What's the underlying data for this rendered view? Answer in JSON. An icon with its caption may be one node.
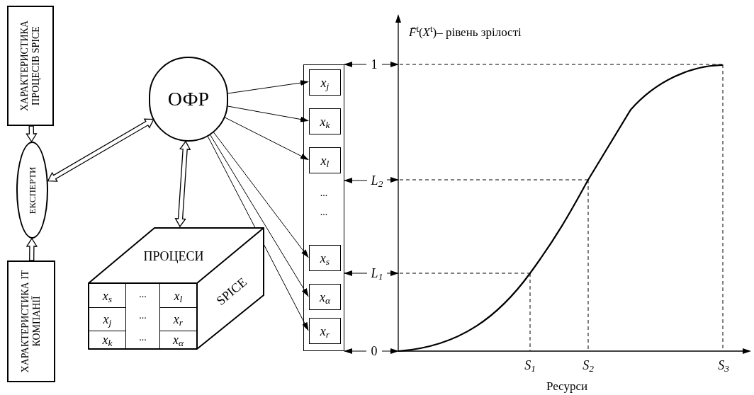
{
  "diagram": {
    "nodes": [
      {
        "text": [
          "ХАРАКТЕРИСТИКА ПРОЦЕСІВ SPICE"
        ]
      },
      {
        "text": [
          "ЕКСПЕРТИ"
        ]
      },
      {
        "text": [
          "ХАРАКТЕРИСТИКА ІТ КОМПАНІЇ"
        ]
      },
      {
        "text": [
          "ОФР"
        ]
      },
      {
        "text": [
          "ПРОЦЕСИ",
          "SPICE"
        ]
      },
      {
        "text": [
          "x$_{s}$"
        ],
        "in": 4
      },
      {
        "text": [
          "...",
          "...",
          "..."
        ],
        "in": 4
      },
      {
        "text": [
          "x$_{l}$"
        ],
        "in": 4
      },
      {
        "text": [
          "x$_{j}$"
        ],
        "in": 4
      },
      {
        "text": [
          "x$_{r}$"
        ],
        "in": 4
      },
      {
        "text": [
          "x$_{k}$"
        ],
        "in": 4
      },
      {
        "text": [
          "x$_{α}$"
        ],
        "in": 4
      },
      {
        "text": [],
        "shape": "box"
      },
      {
        "text": [
          "x$_{j}$"
        ],
        "in": 12
      },
      {
        "text": [
          "x$_{k}$"
        ],
        "in": 12
      },
      {
        "text": [
          "x$_{l}$"
        ],
        "in": 12
      },
      {
        "text": [
          "x$_{s}$"
        ],
        "in": 12
      },
      {
        "text": [
          "x$_{α}$"
        ],
        "in": 12
      },
      {
        "text": [
          "x$_{r}$"
        ],
        "in": 12
      },
      {
        "text": [
          "1"
        ]
      },
      {
        "text": [
          "L$_{2}$"
        ]
      },
      {
        "text": [
          "L$_{1}$"
        ]
      },
      {
        "text": [
          "0"
        ]
      }
    ],
    "edges": [
      {
        "from": 0,
        "to": 1,
        "arrow": "to",
        "style": "thick"
      },
      {
        "from": 2,
        "to": 1,
        "arrow": "to",
        "style": "thick"
      },
      {
        "from": 1,
        "to": 3,
        "arrow": "both",
        "style": "thick"
      },
      {
        "from": 3,
        "to": 4,
        "arrow": "both",
        "style": "thick"
      },
      {
        "from": 3,
        "to": 13,
        "arrow": "to"
      },
      {
        "from": 3,
        "to": 14,
        "arrow": "to"
      },
      {
        "from": 3,
        "to": 15,
        "arrow": "to"
      },
      {
        "from": 3,
        "to": 16,
        "arrow": "to"
      },
      {
        "from": 3,
        "to": 17,
        "arrow": "to"
      },
      {
        "from": 3,
        "to": 18,
        "arrow": "to"
      },
      {
        "from": 19,
        "to": 12,
        "arrow": "to"
      },
      {
        "from": 19,
        "to": null,
        "arrow": "to"
      },
      {
        "from": 20,
        "to": 12,
        "arrow": "to"
      },
      {
        "from": 20,
        "to": null,
        "arrow": "to"
      },
      {
        "from": 21,
        "to": 12,
        "arrow": "to"
      },
      {
        "from": 21,
        "to": null,
        "arrow": "to"
      },
      {
        "from": 22,
        "to": 12,
        "arrow": "to"
      },
      {
        "from": 22,
        "to": null,
        "arrow": "to"
      }
    ],
    "labels": [
      "*F̄*$^{t}$(*X*$^{t}$)– рівень зрілості",
      "...",
      "...",
      "S$_{1}$",
      "S$_{2}$",
      "S$_{3}$",
      "Ресурси"
    ]
  }
}
